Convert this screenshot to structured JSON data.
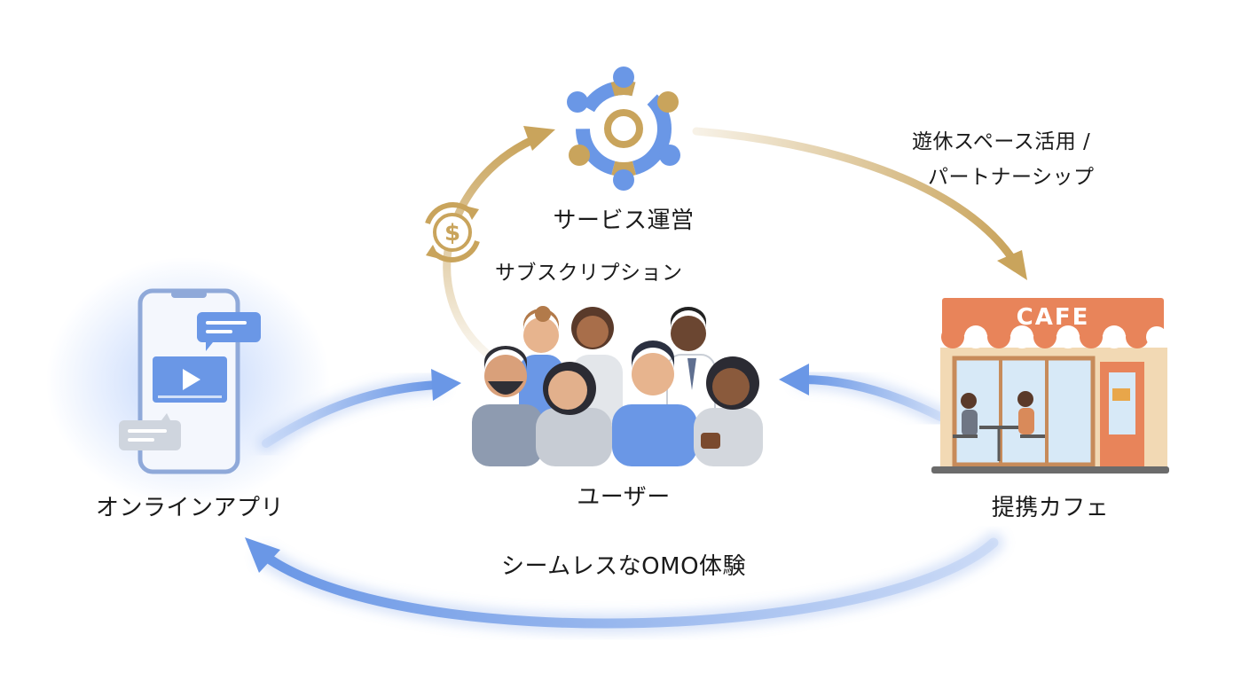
{
  "nodes": {
    "service": {
      "label": "サービス運営",
      "icon": "people-network-icon"
    },
    "users": {
      "label": "ユーザー",
      "icon": "user-group-illustration"
    },
    "app": {
      "label": "オンラインアプリ",
      "icon": "smartphone-app-icon"
    },
    "cafe": {
      "label": "提携カフェ",
      "sign": "CAFE",
      "icon": "cafe-storefront-icon"
    }
  },
  "edges": {
    "subscription": {
      "label": "サブスクリプション",
      "icon": "dollar-cycle-icon"
    },
    "partnership": {
      "line1": "遊休スペース活用 /",
      "line2": "パートナーシップ"
    },
    "omo": {
      "label": "シームレスなOMO体験"
    }
  },
  "colors": {
    "gold": "#c9a45c",
    "blue": "#6a97e6",
    "cafe_awning": "#e8845a",
    "text": "#1a1a1a"
  }
}
